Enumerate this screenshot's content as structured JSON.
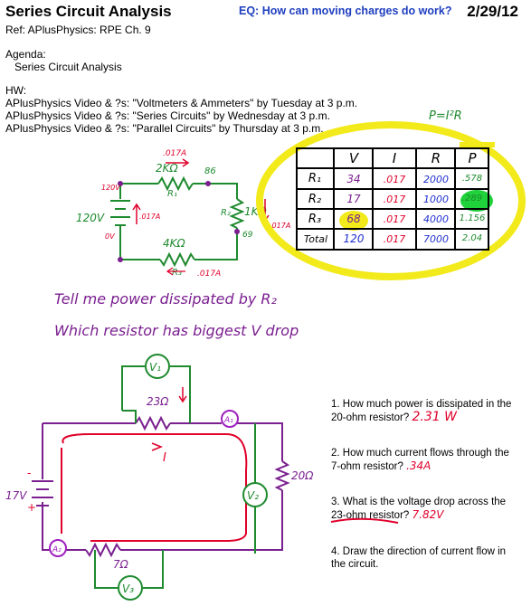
{
  "header": {
    "title": "Series Circuit Analysis",
    "eq": "EQ: How can moving charges do work?",
    "date": "2/29/12"
  },
  "ref": "Ref: APlusPhysics: RPE Ch. 9",
  "agenda": {
    "heading": "Agenda:",
    "item": "Series Circuit Analysis"
  },
  "hw": {
    "heading": "HW:",
    "items": [
      "APlusPhysics Video & ?s: \"Voltmeters & Ammeters\" by Tuesday at 3 p.m.",
      "APlusPhysics Video & ?s: \"Series Circuits\" by Wednesday at 3 p.m.",
      "APlusPhysics Video & ?s: \"Parallel Circuits\" by Thursday at 3 p.m."
    ]
  },
  "circuit1": {
    "r1": "2KΩ",
    "r1_name": "R₁",
    "r2": "1KΩ",
    "r2_name": "R₂",
    "r3": "4KΩ",
    "r3_name": "R₃",
    "source": "120V",
    "v_top": "120V",
    "v_bottom": "0V",
    "node_86": "86",
    "node_69": "69",
    "current": ".017A"
  },
  "power_formula": "P=I²R",
  "vipr_table": {
    "headers": [
      "",
      "V",
      "I",
      "R",
      "P"
    ],
    "rows": [
      [
        "R₁",
        "34",
        ".017",
        "2000",
        ".578"
      ],
      [
        "R₂",
        "17",
        ".017",
        "1000",
        ".289"
      ],
      [
        "R₃",
        "68",
        ".017",
        "4000",
        "1.156"
      ],
      [
        "Total",
        "120",
        ".017",
        "7000",
        "2.04"
      ]
    ]
  },
  "prompts": {
    "line1": "Tell me power dissipated by R₂",
    "line2": "Which resistor has biggest V drop"
  },
  "circuit2": {
    "r23": "23Ω",
    "r20": "20Ω",
    "r7": "7Ω",
    "battery": "17V",
    "current_label": "I",
    "v1": "V₁",
    "v2": "V₂",
    "v3": "V₃",
    "a1": "A₁",
    "a2": "A₂"
  },
  "questions": [
    {
      "num": "1.",
      "before": "How much power is dissipated in the 20-ohm resistor?",
      "underline": "",
      "after": "",
      "answer": "2.31 W"
    },
    {
      "num": "2.",
      "before": "How much current flows through the 7-ohm resistor?",
      "underline": "",
      "after": "",
      "answer": ".34A"
    },
    {
      "num": "3.",
      "before": "What is the voltage drop across the ",
      "underline": "23-ohm",
      "after": " resistor?",
      "answer": "7.82V"
    },
    {
      "num": "4.",
      "before": "Draw the direction of current flow in the circuit.",
      "underline": "",
      "after": "",
      "answer": ""
    }
  ],
  "colors": {
    "title_blue": "#1f3fbf",
    "ink_green": "#1e8a2e",
    "ink_red": "#e0002a",
    "ink_purple": "#7a1f8f",
    "ink_blue": "#1f2fd0",
    "highlight_yellow": "#f2ea1a",
    "highlight_green": "#1fd13a"
  }
}
